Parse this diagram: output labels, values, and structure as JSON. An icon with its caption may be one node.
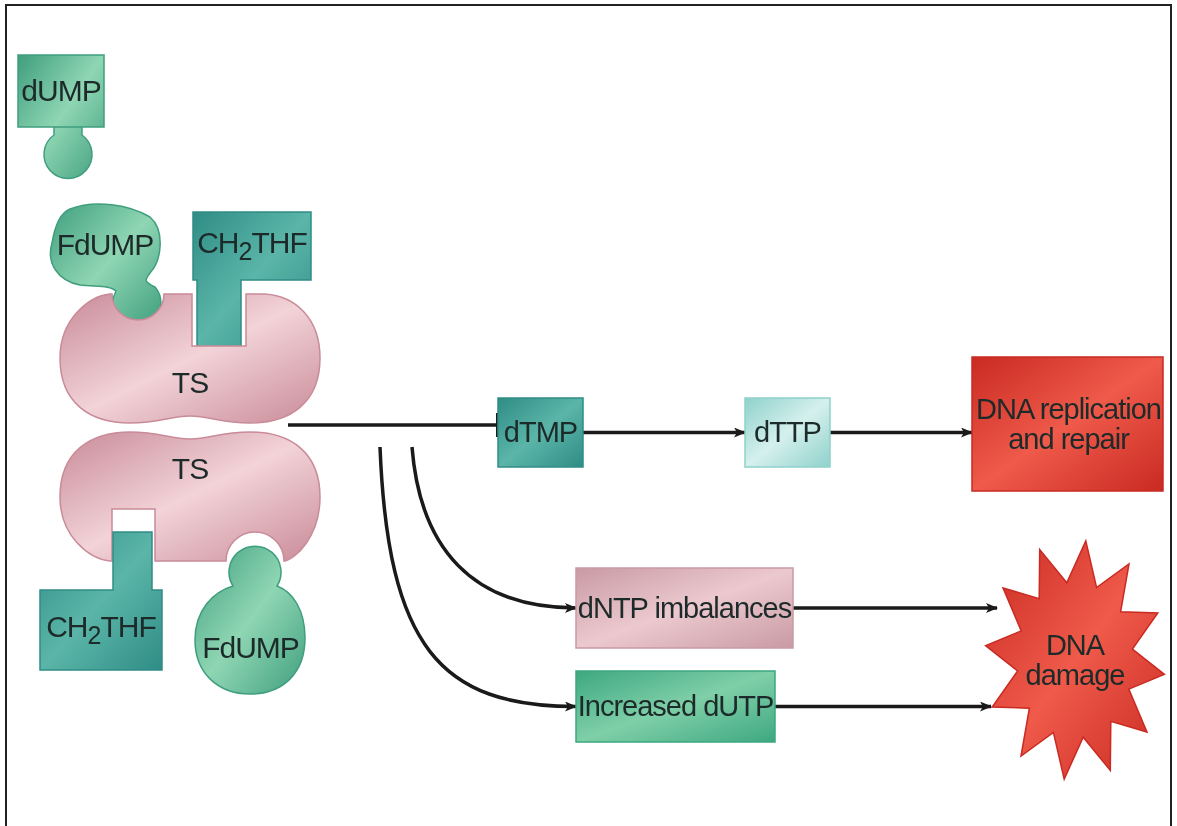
{
  "diagram": {
    "nodes": [
      {
        "text": [
          "dUMP"
        ]
      },
      {
        "text": [
          "FdUMP"
        ]
      },
      {
        "text": [
          "CH$_{2}$THF"
        ]
      },
      {
        "text": [
          "TS"
        ]
      },
      {
        "text": [
          "TS"
        ]
      },
      {
        "text": [
          "CH$_{2}$THF"
        ]
      },
      {
        "text": [
          "FdUMP"
        ]
      },
      {
        "text": [
          "dTMP"
        ]
      },
      {
        "text": [
          "dTTP"
        ]
      },
      {
        "text": [
          "DNA replication and repair"
        ]
      },
      {
        "text": [
          "dNTP imbalances"
        ]
      },
      {
        "text": [
          "Increased dUTP"
        ]
      },
      {
        "text": [
          "DNA damage"
        ]
      }
    ],
    "edges": [
      {
        "from": 3,
        "to": 7,
        "arrow": "other"
      },
      {
        "from": 7,
        "to": 8,
        "arrow": "to"
      },
      {
        "from": 8,
        "to": 9,
        "arrow": "to"
      },
      {
        "from": null,
        "to": 10,
        "arrow": "to"
      },
      {
        "from": null,
        "to": 11,
        "arrow": "to"
      },
      {
        "from": 10,
        "to": 12,
        "arrow": "to"
      },
      {
        "from": 11,
        "to": 12,
        "arrow": "to"
      }
    ]
  }
}
